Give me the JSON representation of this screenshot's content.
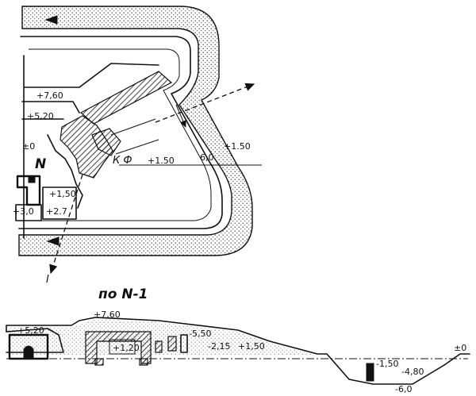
{
  "plan": {
    "labels": {
      "elev_760": "+7,60",
      "elev_520": "+5,20",
      "elev_0": "±0",
      "section_mark": "N",
      "kf": "К Ф",
      "elev_150_inner": "+1.50",
      "dim_60": "6,0",
      "elev_150_outer": "+1.50",
      "elev_150_lower": "+1,50",
      "elev_30": "+3,0",
      "elev_27": "+2.7",
      "section_end": "I"
    }
  },
  "section": {
    "title": "по N-1",
    "labels": {
      "elev_760": "+7,60",
      "elev_520": "+5,20",
      "elev_120": "+1,20",
      "elev_550": "-5,50",
      "elev_215": "-2,15",
      "elev_150": "+1,50",
      "elev_0": "±0",
      "elev_neg150": "-1,50",
      "elev_neg480": "-4,80",
      "elev_neg60": "-6,0"
    }
  }
}
